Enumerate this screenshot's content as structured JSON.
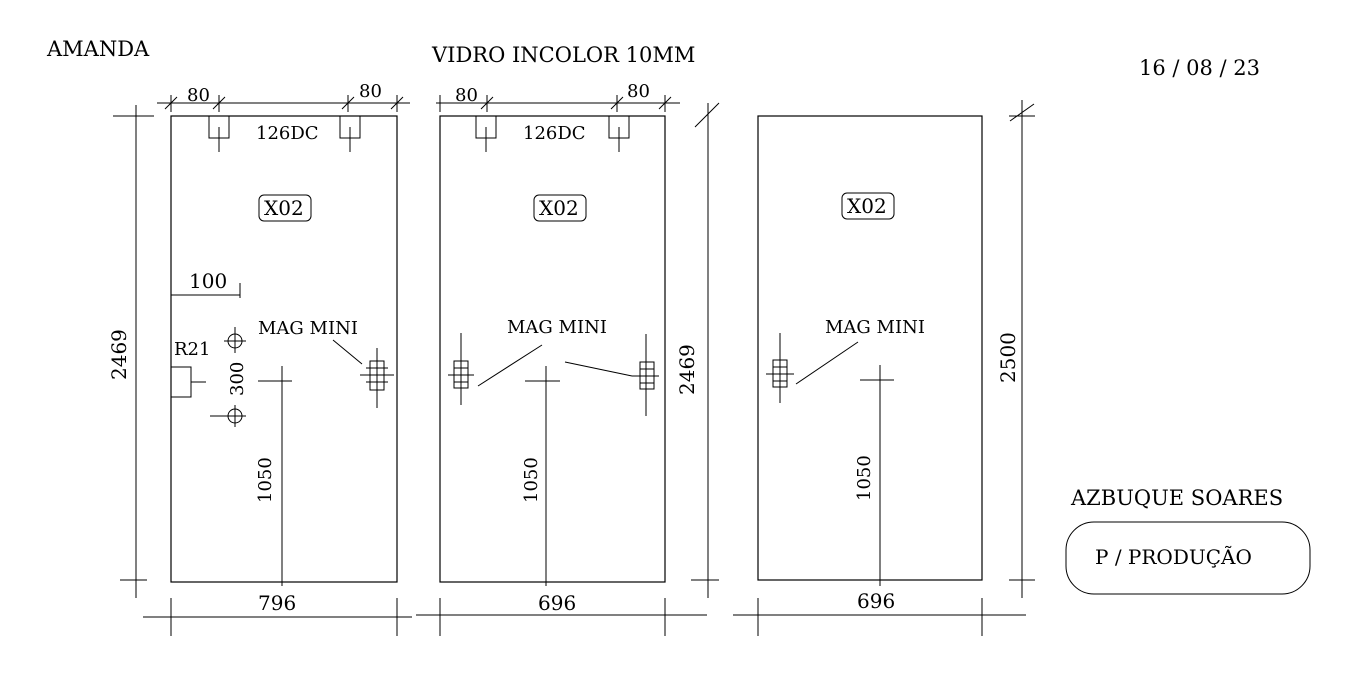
{
  "header": {
    "client": "AMANDA",
    "glass_spec": "VIDRO INCOLOR  10MM",
    "date": "16 / 08 / 23"
  },
  "footer": {
    "company": "AZBUQUE SOARES",
    "stamp": "P / PRODUÇÃO"
  },
  "panels": [
    {
      "width": "796",
      "height": "2469",
      "quantity": "X02",
      "hinge_model": "126DC",
      "hinge_offset_left": "80",
      "hinge_offset_right": "80",
      "lock_label": "MAG MINI",
      "handle_height": "1050",
      "side_offset": "100",
      "notch_radius": "R21",
      "hole_spacing": "300"
    },
    {
      "width": "696",
      "height": "2469",
      "quantity": "X02",
      "hinge_model": "126DC",
      "hinge_offset_left": "80",
      "hinge_offset_right": "80",
      "lock_label": "MAG MINI",
      "handle_height": "1050"
    },
    {
      "width": "696",
      "height": "2500",
      "quantity": "X02",
      "lock_label": "MAG MINI",
      "handle_height": "1050"
    }
  ]
}
